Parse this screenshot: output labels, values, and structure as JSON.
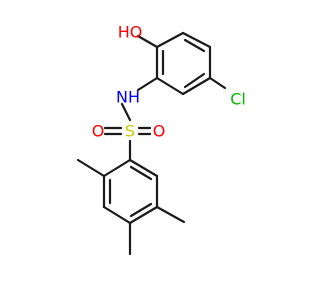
{
  "structure": {
    "labels": {
      "hydroxyl": "HO",
      "amine": "NH",
      "chlorine": "Cl",
      "sulfonyl_oxygen_left": "O",
      "sulfur": "S",
      "sulfonyl_oxygen_right": "O"
    },
    "colors": {
      "bond": "#1a1a1a",
      "oxygen": "#ff0000",
      "nitrogen": "#0000ff",
      "chlorine": "#00bb00",
      "sulfur": "#cccc00"
    }
  }
}
